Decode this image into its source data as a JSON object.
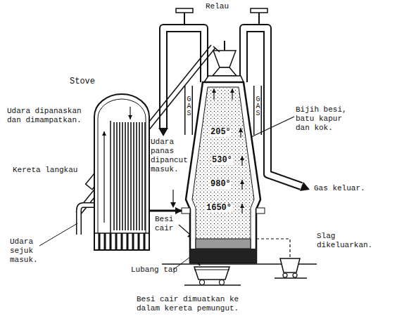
{
  "diagram": {
    "nodes": [
      {
        "text": [
          "Stove"
        ]
      },
      {
        "text": [
          "205°",
          "530°",
          "980°",
          "1650°"
        ]
      }
    ],
    "edges": [
      {
        "from": 0,
        "to": 1,
        "arrow": "to"
      }
    ],
    "labels": [
      "Relau",
      "GAS",
      "GAS",
      "Udara dipanaskan dan dimampatkan.",
      "Kereta langkau",
      "Udara sejuk masuk.",
      "Udara panas dipancut masuk.",
      "Besi cair",
      "Lubang tap",
      "Besi cair dimuatkan ke dalam kereta pemungut.",
      "Bijih besi, batu kapur dan kok.",
      "Gas keluar.",
      "Slag dikeluarkan."
    ]
  }
}
